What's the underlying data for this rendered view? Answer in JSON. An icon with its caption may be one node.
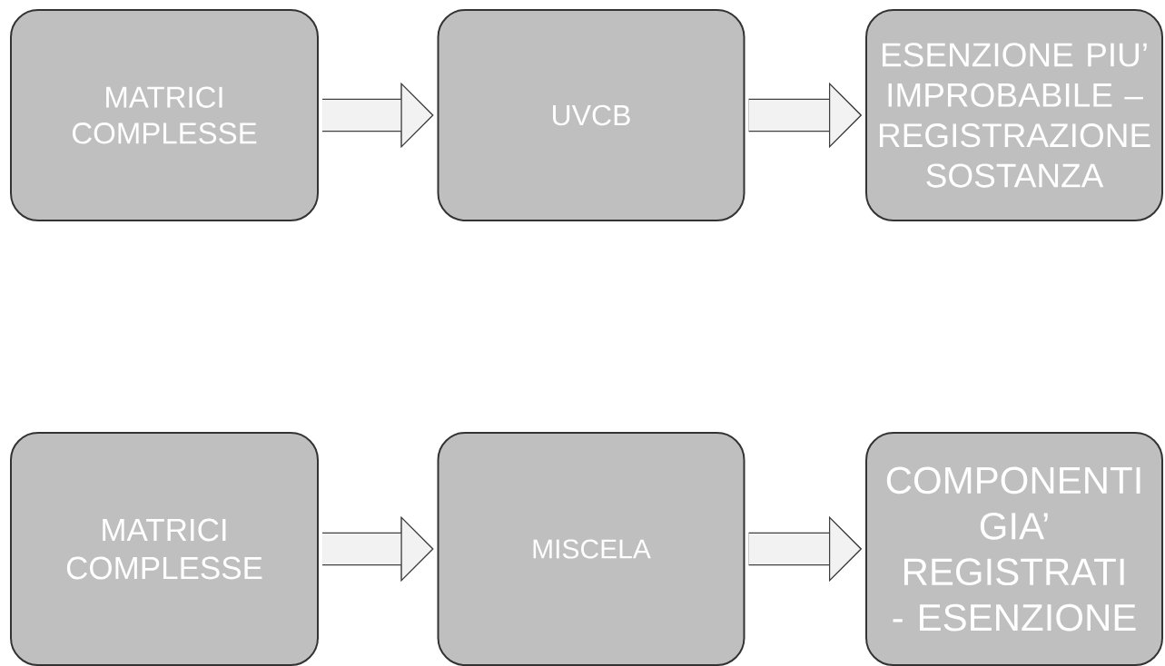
{
  "diagram": {
    "nodes": [
      {
        "text": [
          "MATRICI COMPLESSE"
        ]
      },
      {
        "text": [
          "UVCB"
        ]
      },
      {
        "text": [
          "ESENZIONE PIU’ IMPROBABILE – REGISTRAZIONE SOSTANZA"
        ]
      },
      {
        "text": [
          "MATRICI COMPLESSE"
        ]
      },
      {
        "text": [
          "MISCELA"
        ]
      },
      {
        "text": [
          "COMPONENTI GIA’ REGISTRATI - ESENZIONE"
        ]
      }
    ],
    "edges": [
      {
        "from": 0,
        "to": 1,
        "arrow": "to"
      },
      {
        "from": 1,
        "to": 2,
        "arrow": "to"
      },
      {
        "from": 3,
        "to": 4,
        "arrow": "to"
      },
      {
        "from": 4,
        "to": 5,
        "arrow": "to"
      }
    ]
  }
}
